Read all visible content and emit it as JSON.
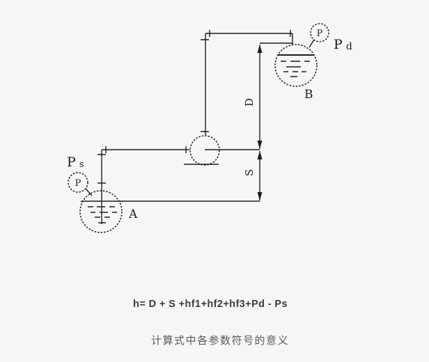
{
  "colors": {
    "background": "#f6f6f6",
    "line": "#1c1c1c",
    "formula_text": "#3b3b3b",
    "caption_text": "#595959"
  },
  "diagram": {
    "tank_a": {
      "label": "A",
      "gauge_letter": "P",
      "pressure": {
        "main": "P",
        "sub": "s"
      }
    },
    "tank_b": {
      "label": "B",
      "gauge_letter": "P",
      "pressure": {
        "main": "P",
        "sub": "d"
      }
    },
    "dimensions": {
      "discharge_height": "D",
      "suction_height": "S"
    }
  },
  "formula": "h= D + S +hf1+hf2+hf3+Pd - Ps",
  "caption": "计算式中各参数符号的意义"
}
